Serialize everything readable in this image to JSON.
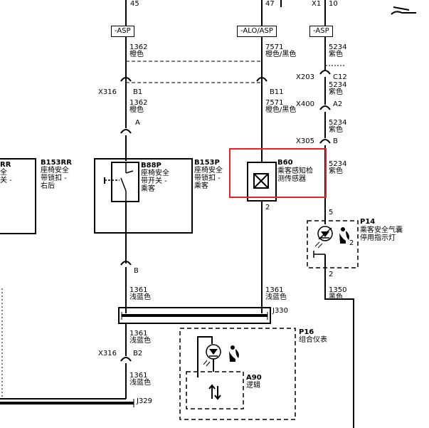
{
  "top": {
    "w1": "45",
    "w2": "47",
    "w3": "X1",
    "w4": "10"
  },
  "tags": {
    "left": "-ASP",
    "mid": "-ALO/ASP",
    "right": "-ASP"
  },
  "wires": {
    "l1_num": "1362",
    "l1_col": "橙色",
    "m1_num": "7571",
    "m1_col": "橙色/黑色",
    "r1_num": "5234",
    "r1_col": "紫色",
    "l2_num": "1362",
    "l2_col": "橙色",
    "m2_num": "7571",
    "m2_col": "橙色/黑色",
    "r2_num": "5234",
    "r2_col": "紫色",
    "r3_num": "5234",
    "r3_col": "紫色",
    "r4_num": "5234",
    "r4_col": "紫色",
    "l3_num": "1361",
    "l3_col": "浅蓝色",
    "m3_num": "1361",
    "m3_col": "浅蓝色",
    "r5_num": "1350",
    "r5_col": "黑色",
    "l4_num": "1361",
    "l4_col": "浅蓝色",
    "l5_num": "1361",
    "l5_col": "浅蓝色"
  },
  "connectors": {
    "x316": "X316",
    "b1": "B1",
    "b11": "B11",
    "x203": "X203",
    "c12": "C12",
    "x400": "X400",
    "a2": "A2",
    "x305": "X305",
    "b": "B",
    "a": "A",
    "pin_b": "B",
    "pin2_b60": "2",
    "pin5": "5",
    "pin2_p14": "2",
    "pin2_p14_bot": "2",
    "j330": "J330",
    "x316b": "X316",
    "b2": "B2",
    "j329": "J329"
  },
  "components": {
    "b153rr_id": "B153RR",
    "b153rr_desc1": "座椅安全",
    "b153rr_desc2": "带锁扣 -",
    "b153rr_desc3": "右后",
    "rr_cut": "RR",
    "rr_cut2": "全",
    "rr_cut3": "关 -",
    "b88p_id": "B88P",
    "b88p_desc1": "座椅安全",
    "b88p_desc2": "带开关 -",
    "b88p_desc3": "乘客",
    "b153p_id": "B153P",
    "b153p_desc1": "座椅安全",
    "b153p_desc2": "带锁扣 -",
    "b153p_desc3": "乘客",
    "b60_id": "B60",
    "b60_desc1": "乘客感知检",
    "b60_desc2": "测传感器",
    "p14_id": "P14",
    "p14_desc1": "乘客安全气囊",
    "p14_desc2": "停用指示灯",
    "p16_id": "P16",
    "p16_desc1": "组合仪表",
    "a90_id": "A90",
    "a90_desc1": "逻辑"
  },
  "highlight_color": "#e0262b"
}
